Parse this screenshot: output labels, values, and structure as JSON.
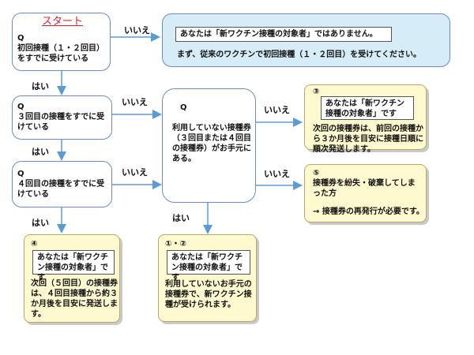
{
  "start_label": "スタート",
  "q1": {
    "mark": "Q",
    "text": "初回接種（１・２回目）をすでに受けている"
  },
  "q2": {
    "mark": "Q",
    "text": "３回目の接種をすでに受けている"
  },
  "q3": {
    "mark": "Q",
    "text": "４回目の接種をすでに受けている"
  },
  "q4": {
    "mark": "Q",
    "text": "利用していない接種券（３回目または４回目の接種券）がお手元にある。"
  },
  "not_target": {
    "title": "あなたは「新ワクチン接種の対象者」ではありません。",
    "text": "まず、従来のワクチンで初回接種（１・２回目）を受けてください。"
  },
  "result3": {
    "number": "③",
    "title": "あなたは「新ワクチン接種の対象者」です",
    "text": "次回の接種券は、前回の接種から３か月後を目安に接種日順に順次発送します。"
  },
  "result5": {
    "number": "⑤",
    "text1": "接種券を紛失・破棄してしまった方",
    "text2": "→ 接種券の再発行が必要です。"
  },
  "result4": {
    "number": "④",
    "title": "あなたは「新ワクチン接種の対象者」です",
    "text": "次回（５回目）の接種券は、４回目接種から約３か月後を目安に発送します。"
  },
  "result12": {
    "number": "①・②",
    "title": "あなたは「新ワクチン接種の対象者」です",
    "text": "利用していないお手元の接種券で、新ワクチン接種が受けられます。"
  },
  "labels": {
    "yes": "はい",
    "no": "いいえ"
  }
}
